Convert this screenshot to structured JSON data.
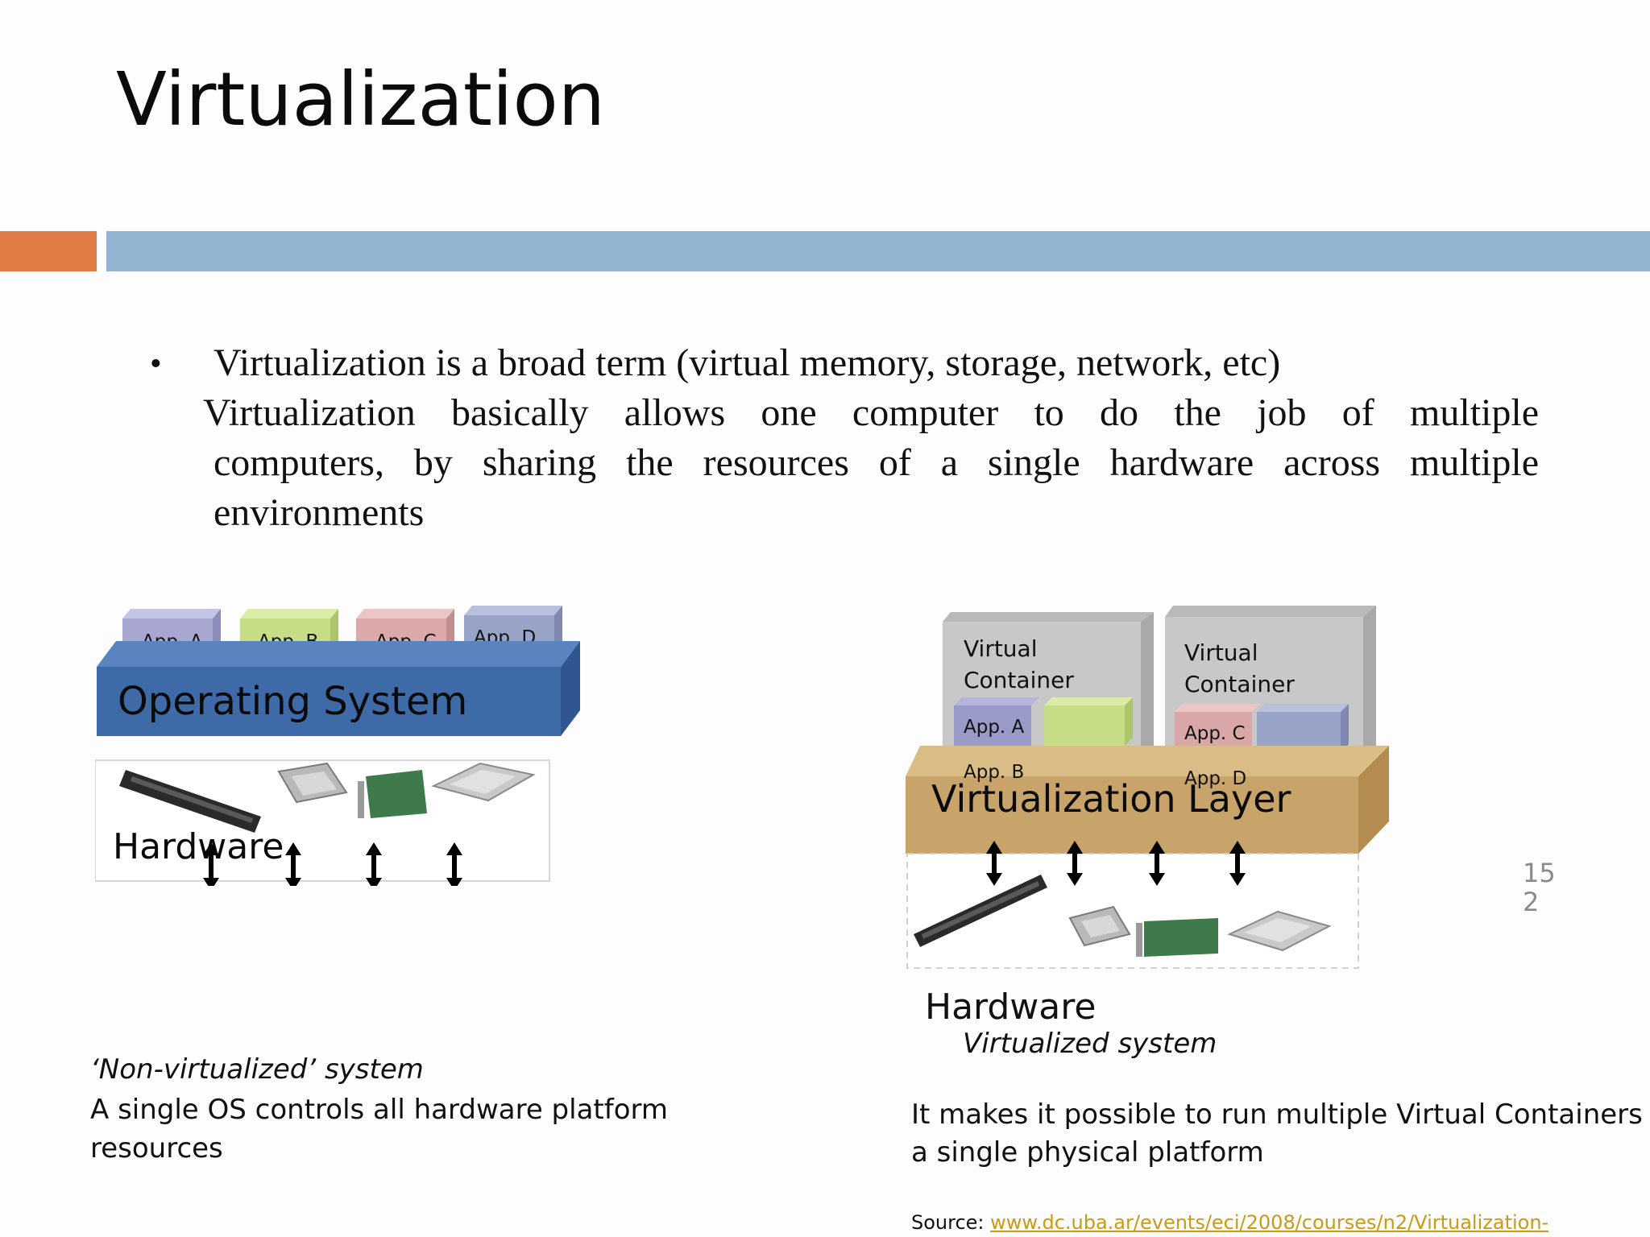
{
  "slide": {
    "title": "Virtualization",
    "bullet_symbol": "•",
    "bullet_line1": "Virtualization is a broad term (virtual memory, storage, network, etc)",
    "bullet_line2": "Virtualization basically allows one computer to do the job of multiple",
    "bullet_line3": "computers, by sharing the  resources of a single hardware across multiple",
    "bullet_line4": "environments",
    "page_number_line1": "15",
    "page_number_line2": "2"
  },
  "left_diagram": {
    "apps": [
      "App. A",
      "App. B",
      "App. C",
      "App. D"
    ],
    "os_label": "Operating System",
    "hardware_label": "Hardware",
    "caption_title": "‘Non-virtualized’ system",
    "caption_line1": "A single OS controls all hardware platform",
    "caption_line2": "resources"
  },
  "right_diagram": {
    "container1_label_line1": "Virtual",
    "container1_label_line2": "Container",
    "container2_label_line1": "Virtual",
    "container2_label_line2": "Container",
    "app_a": "App. A",
    "app_b": "App. B",
    "app_c": "App. C",
    "app_d": "App. D",
    "layer_label": "Virtualization Layer",
    "hardware_label": "Hardware",
    "caption_title": "Virtualized system",
    "caption_line1": "It makes it possible to run multiple Virtual  Containers on",
    "caption_line2": "a single physical platform"
  },
  "source": {
    "prefix": "Source: ",
    "link_text": "www.dc.uba.ar/events/eci/2008/courses/n2/Virtualization-"
  },
  "colors": {
    "accent_orange": "#e07b45",
    "accent_blue": "#92b4d0",
    "os_blue": "#3f6aa8",
    "virt_layer_tan": "#c9a46a",
    "container_gray": "#c8c8c8",
    "app_purple": "#9a9ac8",
    "app_green": "#c6dd86",
    "app_pink": "#d9a7a7",
    "app_slate": "#98a3c8",
    "link_gold": "#c99a12"
  }
}
